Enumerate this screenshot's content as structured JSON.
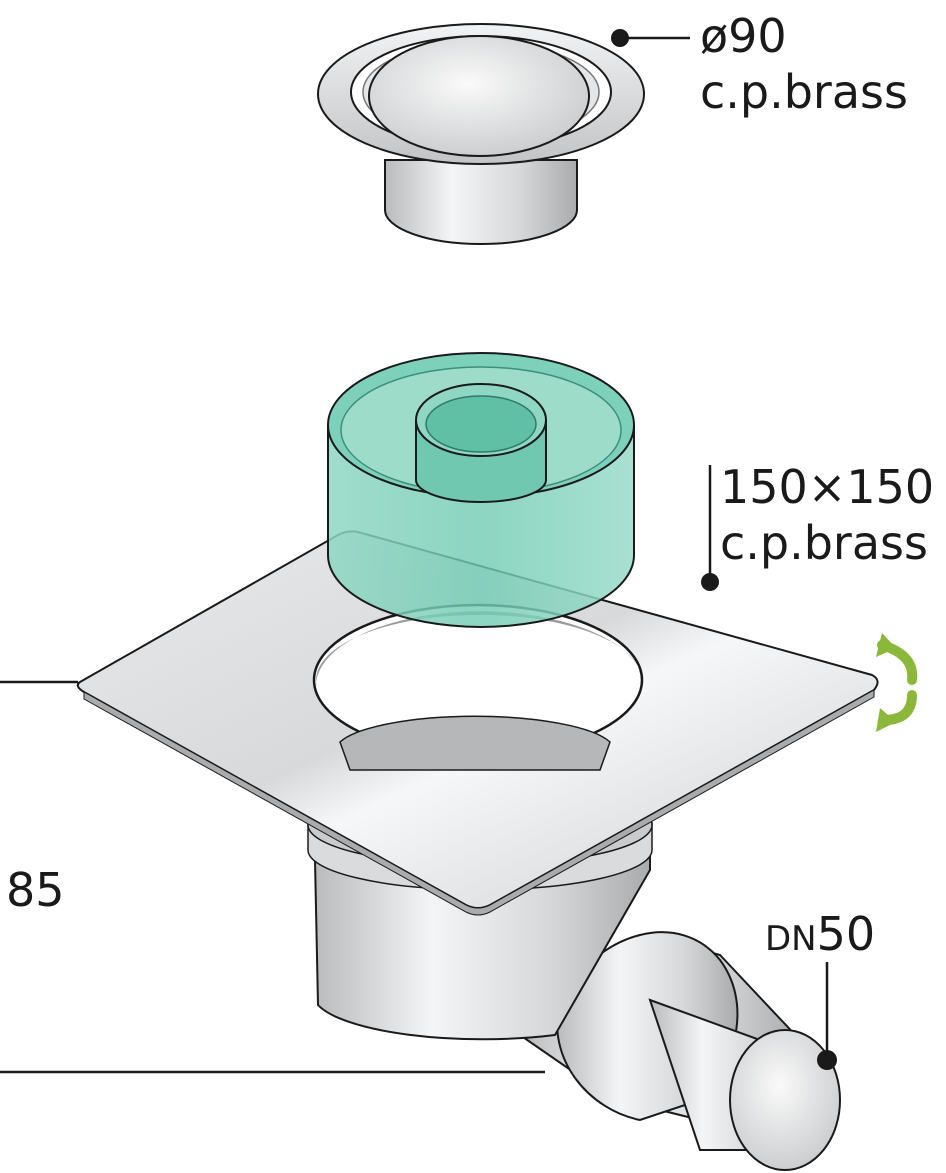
{
  "labels": {
    "cap": {
      "size": "ø90",
      "material": "c.p.brass"
    },
    "plate": {
      "size": "150×150",
      "material": "c.p.brass"
    },
    "height": "85",
    "outlet": {
      "prefix": "DN",
      "size": "50"
    }
  },
  "icons": {
    "rotate": "rotate-arrows-icon"
  },
  "colors": {
    "accent_green": "#8bb83a",
    "insert_teal": "#5fc4a8",
    "metal_light": "#f2f3f4",
    "metal_mid": "#c8cacc",
    "outline": "#1a1a1a"
  }
}
